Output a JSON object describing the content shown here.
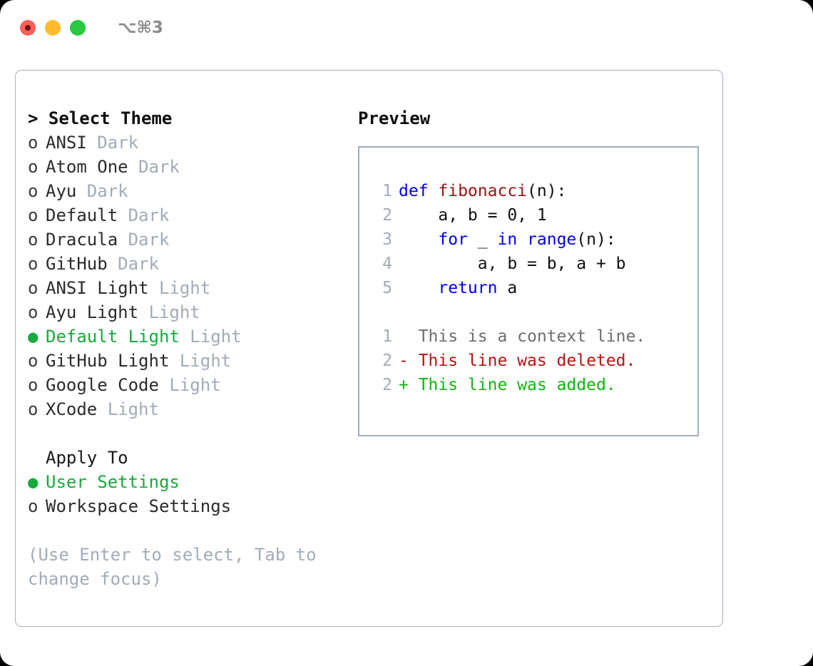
{
  "titlebar": {
    "shortcut": "⌥⌘3",
    "buttons": [
      {
        "name": "close",
        "color": "#ff5f57"
      },
      {
        "name": "minimize",
        "color": "#ffbd2e"
      },
      {
        "name": "maximize",
        "color": "#28c840"
      }
    ]
  },
  "theme_list": {
    "heading": "> Select Theme",
    "marker_unselected": "o",
    "marker_selected": "●",
    "items": [
      {
        "name": "ANSI",
        "variant": "Dark",
        "selected": false
      },
      {
        "name": "Atom One",
        "variant": "Dark",
        "selected": false
      },
      {
        "name": "Ayu",
        "variant": "Dark",
        "selected": false
      },
      {
        "name": "Default",
        "variant": "Dark",
        "selected": false
      },
      {
        "name": "Dracula",
        "variant": "Dark",
        "selected": false
      },
      {
        "name": "GitHub",
        "variant": "Dark",
        "selected": false
      },
      {
        "name": "ANSI Light",
        "variant": "Light",
        "selected": false
      },
      {
        "name": "Ayu Light",
        "variant": "Light",
        "selected": false
      },
      {
        "name": "Default Light",
        "variant": "Light",
        "selected": true
      },
      {
        "name": "GitHub Light",
        "variant": "Light",
        "selected": false
      },
      {
        "name": "Google Code",
        "variant": "Light",
        "selected": false
      },
      {
        "name": "XCode",
        "variant": "Light",
        "selected": false
      }
    ]
  },
  "apply_to": {
    "heading": "Apply To",
    "items": [
      {
        "name": "User Settings",
        "selected": true
      },
      {
        "name": "Workspace Settings",
        "selected": false
      }
    ]
  },
  "hint": "(Use Enter to select, Tab to change focus)",
  "preview": {
    "heading": "Preview",
    "code_lines": [
      {
        "number": "1",
        "tokens": [
          {
            "text": "def ",
            "kind": "kw"
          },
          {
            "text": "fibonacci",
            "kind": "fn"
          },
          {
            "text": "(n):",
            "kind": "plain"
          }
        ]
      },
      {
        "number": "2",
        "tokens": [
          {
            "text": "    a, b = 0, 1",
            "kind": "plain"
          }
        ]
      },
      {
        "number": "3",
        "tokens": [
          {
            "text": "    ",
            "kind": "plain"
          },
          {
            "text": "for",
            "kind": "kw"
          },
          {
            "text": " _ ",
            "kind": "plain"
          },
          {
            "text": "in range",
            "kind": "kw"
          },
          {
            "text": "(n):",
            "kind": "plain"
          }
        ]
      },
      {
        "number": "4",
        "tokens": [
          {
            "text": "        a, b = b, a + b",
            "kind": "plain"
          }
        ]
      },
      {
        "number": "5",
        "tokens": [
          {
            "text": "    ",
            "kind": "plain"
          },
          {
            "text": "return",
            "kind": "kw"
          },
          {
            "text": " a",
            "kind": "plain"
          }
        ]
      }
    ],
    "diff_lines": [
      {
        "number": "1",
        "marker": "  ",
        "text": "This is a context line.",
        "kind": "ctx"
      },
      {
        "number": "2",
        "marker": "- ",
        "text": "This line was deleted.",
        "kind": "del"
      },
      {
        "number": "2",
        "marker": "+ ",
        "text": "This line was added.",
        "kind": "add"
      }
    ]
  },
  "colors": {
    "accent_green": "#17aa3d",
    "muted": "#a2abb8",
    "border": "#a3adbb",
    "keyword": "#0000ee",
    "function": "#9c1212",
    "diff_delete": "#bb1111",
    "diff_add": "#11b511"
  }
}
